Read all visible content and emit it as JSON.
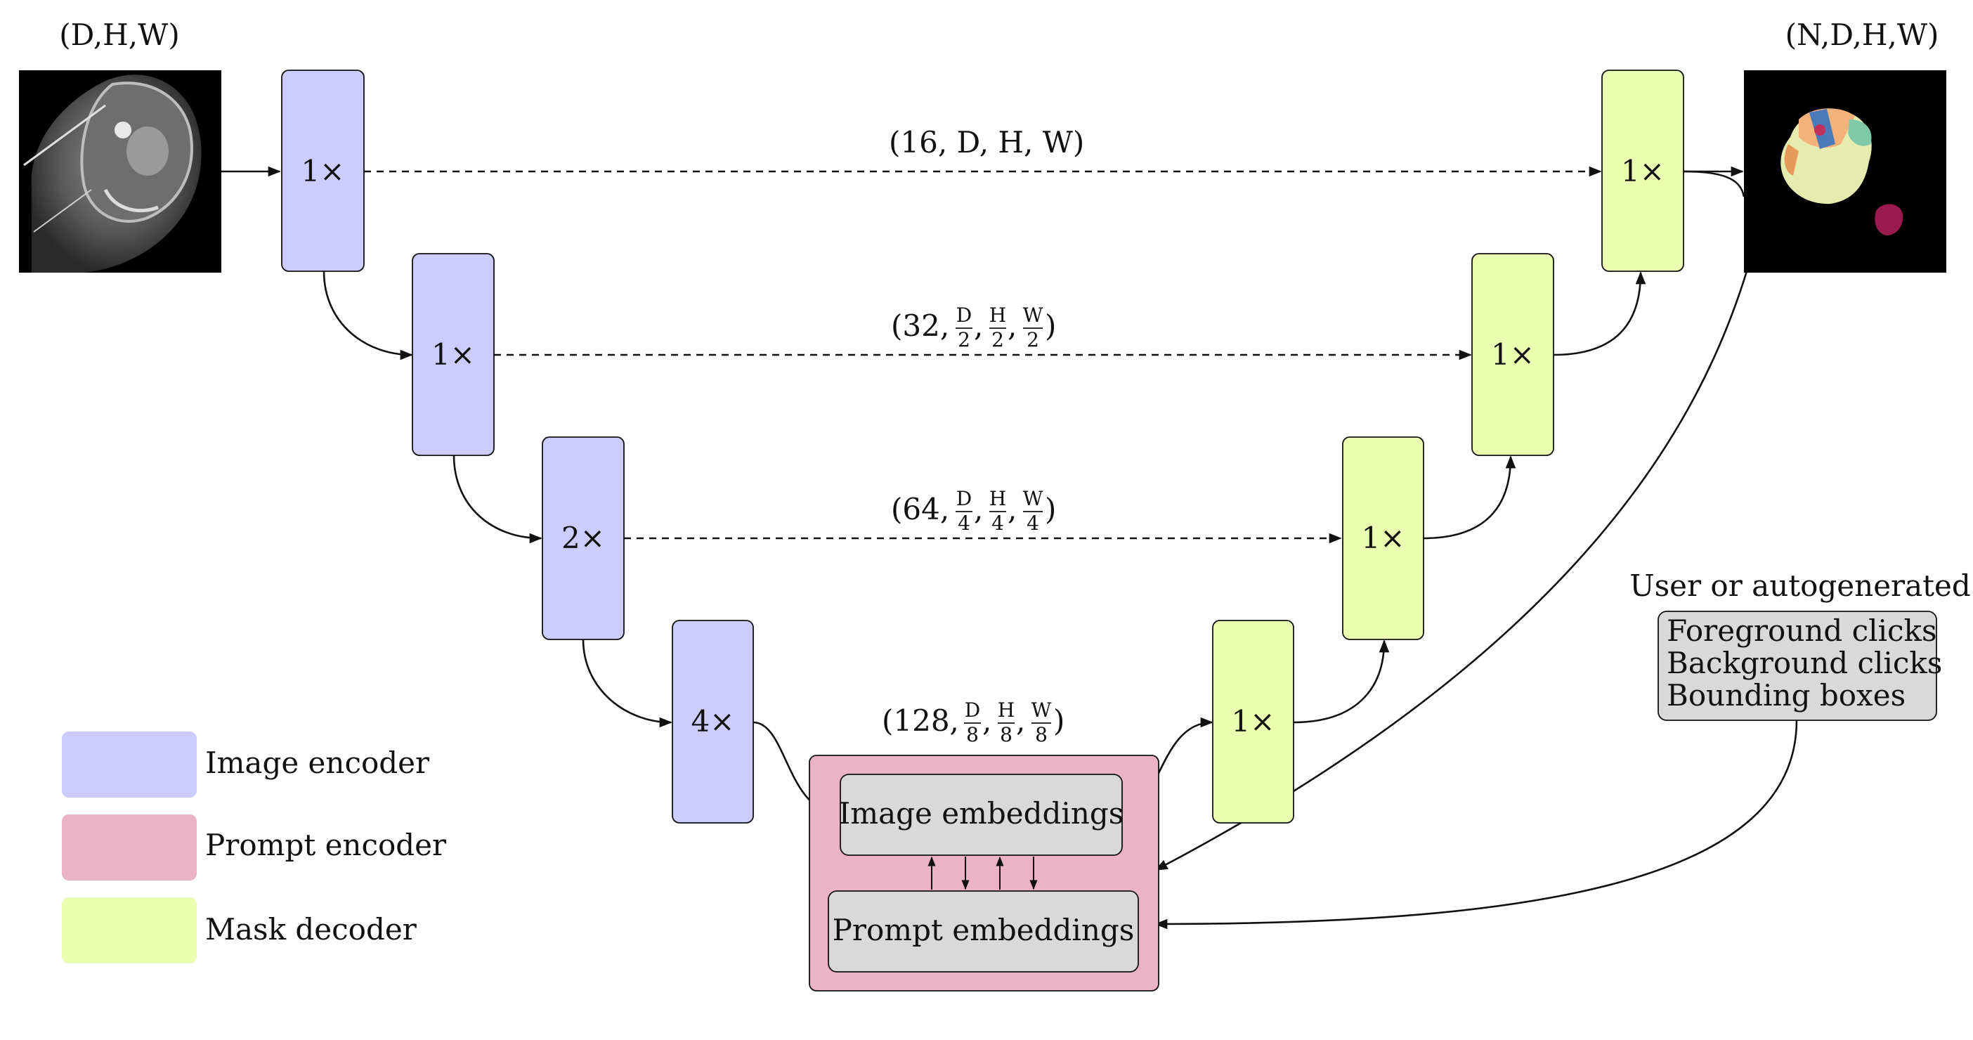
{
  "input": {
    "shape_label": "(D,H,W)"
  },
  "output": {
    "shape_label": "(N,D,H,W)"
  },
  "encoder_blocks": [
    {
      "label": "1×"
    },
    {
      "label": "1×"
    },
    {
      "label": "2×"
    },
    {
      "label": "4×"
    }
  ],
  "decoder_blocks": [
    {
      "label": "1×"
    },
    {
      "label": "1×"
    },
    {
      "label": "1×"
    },
    {
      "label": "1×"
    }
  ],
  "skip_connections": [
    {
      "prefix": "(16, D, H, W)"
    },
    {
      "prefix": "(32, ",
      "fractions": [
        {
          "num": "D",
          "den": "2"
        },
        {
          "num": "H",
          "den": "2"
        },
        {
          "num": "W",
          "den": "2"
        }
      ]
    },
    {
      "prefix": "(64, ",
      "fractions": [
        {
          "num": "D",
          "den": "4"
        },
        {
          "num": "H",
          "den": "4"
        },
        {
          "num": "W",
          "den": "4"
        }
      ]
    }
  ],
  "bottleneck": {
    "prefix": "(128, ",
    "fractions": [
      {
        "num": "D",
        "den": "8"
      },
      {
        "num": "H",
        "den": "8"
      },
      {
        "num": "W",
        "den": "8"
      }
    ],
    "image_embeddings": "Image embeddings",
    "prompt_embeddings": "Prompt embeddings"
  },
  "prompts": {
    "source_label": "User or autogenerated",
    "items": [
      "Foreground clicks",
      "Background clicks",
      "Bounding boxes"
    ]
  },
  "legend": [
    {
      "label": "Image encoder",
      "color": "#ccccff"
    },
    {
      "label": "Prompt encoder",
      "color": "#ecb3c7"
    },
    {
      "label": "Mask decoder",
      "color": "#ebffb2"
    }
  ],
  "colors": {
    "encoder": "#ccccff",
    "decoder": "#ebffb2",
    "prompt_encoder": "#ecb3c7",
    "embedding_box": "#d9d9d9"
  }
}
